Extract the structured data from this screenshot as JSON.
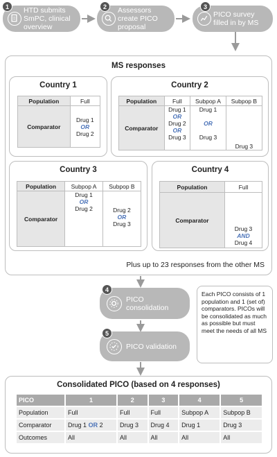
{
  "steps": {
    "s1": {
      "num": "1",
      "text": "HTD submits SmPC, clinical overview"
    },
    "s2": {
      "num": "2",
      "text": "Assessors create PICO proposal"
    },
    "s3": {
      "num": "3",
      "text": "PICO survey filled in by MS"
    },
    "s4": {
      "num": "4",
      "text": "PICO consolidation"
    },
    "s5": {
      "num": "5",
      "text": "PICO validation"
    }
  },
  "ms": {
    "title": "MS responses",
    "footer": "Plus up to 23 responses from the other MS"
  },
  "labels": {
    "population": "Population",
    "comparator": "Comparator",
    "or": "OR",
    "and": "AND"
  },
  "c1": {
    "title": "Country 1",
    "pop": "Full",
    "d1": "Drug 1",
    "d2": "Drug 2"
  },
  "c2": {
    "title": "Country 2",
    "h": [
      "Full",
      "Subpop A",
      "Subpop B"
    ],
    "full": [
      "Drug 1",
      "Drug 2",
      "Drug 3"
    ],
    "sa": [
      "Drug 1",
      "Drug 3"
    ],
    "sb": [
      "Drug 3"
    ]
  },
  "c3": {
    "title": "Country 3",
    "h": [
      "Subpop A",
      "Subpop B"
    ],
    "sa": [
      "Drug 1",
      "Drug 2"
    ],
    "sb": [
      "Drug 2",
      "Drug 3"
    ]
  },
  "c4": {
    "title": "Country 4",
    "pop": "Full",
    "d1": "Drug 3",
    "d2": "Drug 4"
  },
  "note": "Each PICO consists of 1 population and 1 (set of) comparators. PICOs will be consolidated as much as possible but must meet the needs of all MS",
  "consolidated": {
    "title": "Consolidated PICO (based on 4 responses)",
    "header": [
      "PICO",
      "1",
      "2",
      "3",
      "4",
      "5"
    ],
    "rows": [
      [
        "Population",
        "Full",
        "Full",
        "Full",
        "Subpop A",
        "Subpop B"
      ],
      [
        "Comparator",
        "Drug 1 OR 2",
        "Drug 3",
        "Drug 4",
        "Drug 1",
        "Drug 3"
      ],
      [
        "Outcomes",
        "All",
        "All",
        "All",
        "All",
        "All"
      ]
    ],
    "c1_drug": "Drug 1",
    "c1_num": "2"
  }
}
